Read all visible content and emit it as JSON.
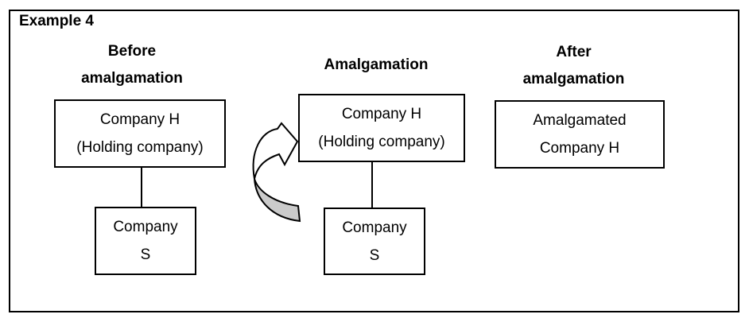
{
  "example_label": "Example 4",
  "colors": {
    "background": "#ffffff",
    "border": "#000000",
    "text": "#000000",
    "arrow_fill": "#cbcbcb"
  },
  "before": {
    "heading": [
      "Before",
      "amalgamation"
    ],
    "parent_box": [
      "Company H",
      "(Holding company)"
    ],
    "child_box": [
      "Company",
      "S"
    ]
  },
  "during": {
    "heading": [
      "Amalgamation"
    ],
    "parent_box": [
      "Company H",
      "(Holding company)"
    ],
    "child_box": [
      "Company",
      "S"
    ]
  },
  "after": {
    "heading": [
      "After",
      "amalgamation"
    ],
    "result_box": [
      "Amalgamated",
      "Company H"
    ]
  },
  "arrow": {
    "type": "curved-arrow",
    "fill": "#cbcbcb"
  }
}
